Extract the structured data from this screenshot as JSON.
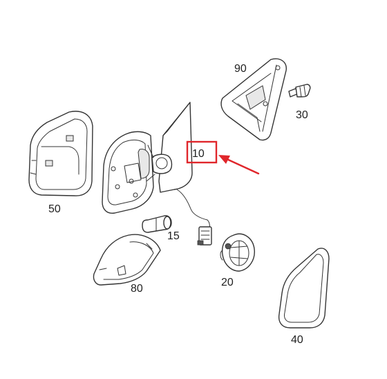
{
  "parts": {
    "p10": "10",
    "p15": "15",
    "p20": "20",
    "p30": "30",
    "p40": "40",
    "p50": "50",
    "p80": "80",
    "p90": "90"
  },
  "colors": {
    "line": "#333333",
    "highlight": "#e0262b",
    "background": "#ffffff"
  }
}
